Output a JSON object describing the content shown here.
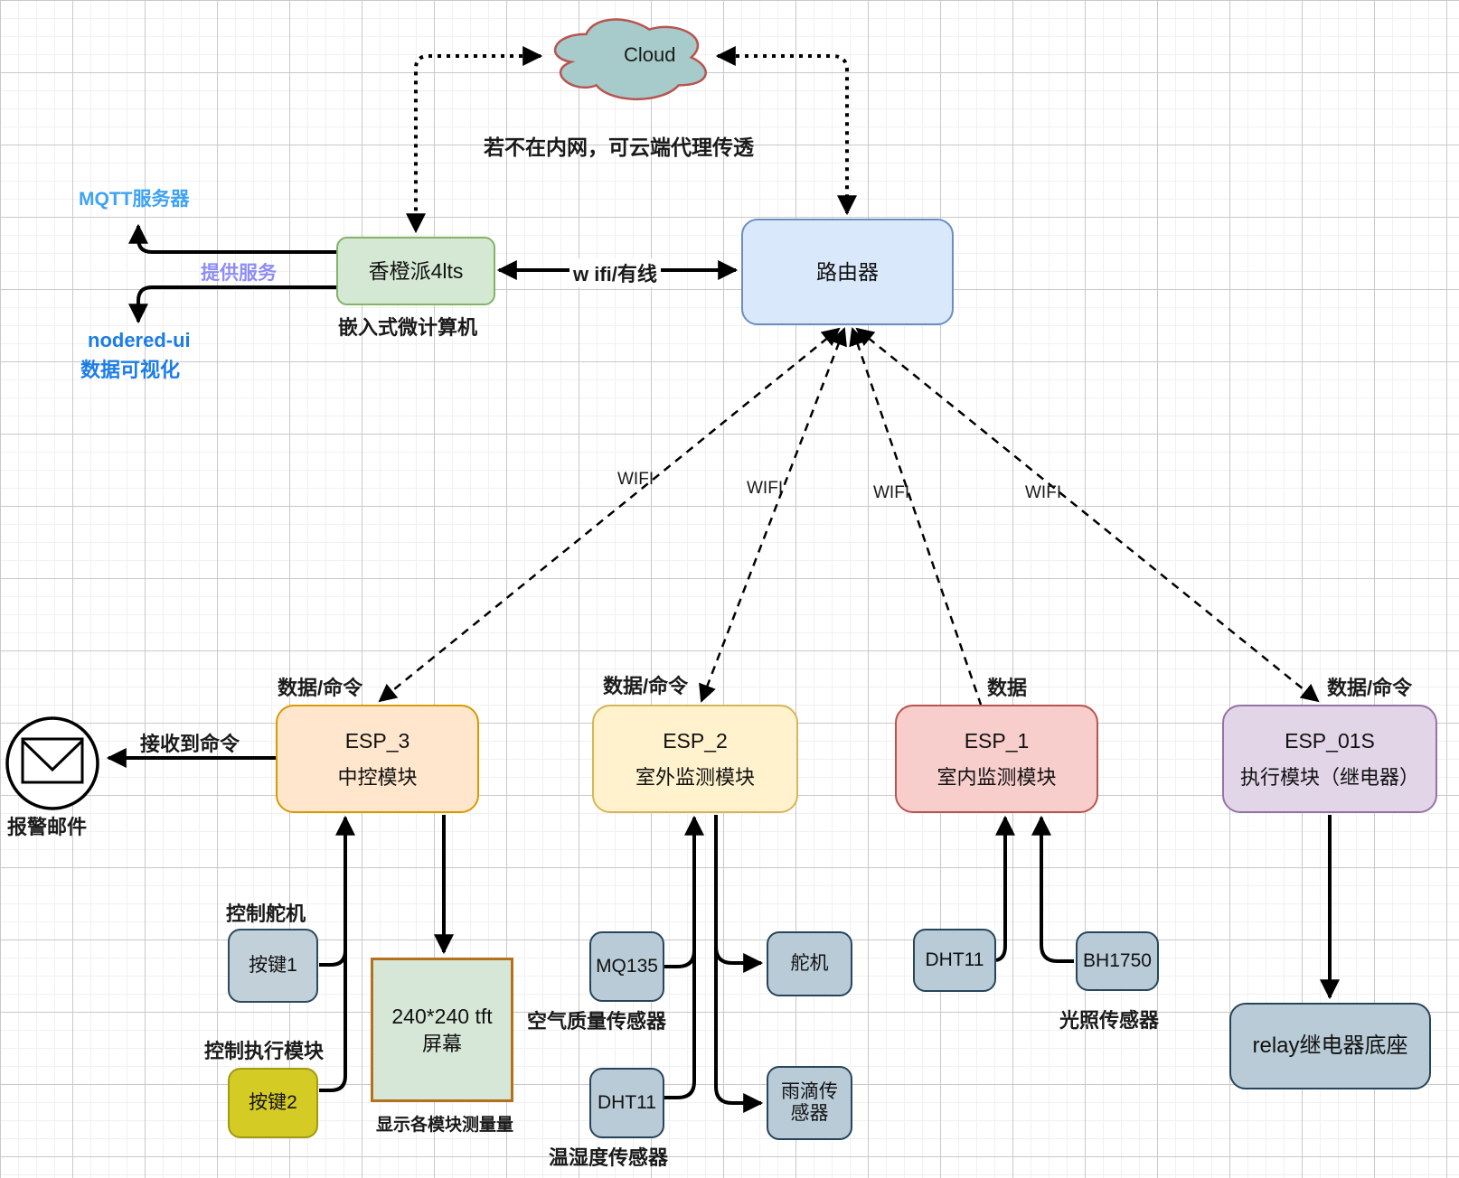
{
  "palette": {
    "cloud_fill": "#a6cbca",
    "cloud_stroke": "#b85450",
    "orangepi_fill": "#d5e8d4",
    "orangepi_stroke": "#82b366",
    "router_fill": "#dae8fc",
    "router_stroke": "#6c8ebf",
    "esp3_fill": "#ffe6cc",
    "esp3_stroke": "#d79b00",
    "esp2_fill": "#fff2cc",
    "esp2_stroke": "#d6b656",
    "esp1_fill": "#f8cecc",
    "esp1_stroke": "#b85450",
    "esp01s_fill": "#e1d5e7",
    "esp01s_stroke": "#9673a6",
    "sensor_fill": "#b9cbd7",
    "sensor_stroke": "#26455c",
    "button1_fill": "#c2d0d9",
    "button2_fill": "#d4cb25",
    "button2_stroke": "#a09a10",
    "screen_fill": "#d7e7d7",
    "screen_stroke": "#b5701d",
    "mqtt_blue": "#3fa2f5",
    "nodered_blue": "#1b7ce8",
    "provide_purple": "#8d8df5"
  },
  "cloud": {
    "label": "Cloud",
    "note": "若不在内网，可云端代理传透"
  },
  "services": {
    "mqtt": "MQTT服务器",
    "provide": "提供服务",
    "nodered": "nodered-ui",
    "dataviz": "数据可视化"
  },
  "orangepi": {
    "title": "香橙派4lts",
    "caption": "嵌入式微计算机"
  },
  "router": {
    "title": "路由器",
    "link_label": "w ifi/有线"
  },
  "wifi_labels": [
    "WIFI",
    "WIFI",
    "WIFI",
    "WIFI"
  ],
  "esp3": {
    "tag": "数据/命令",
    "title": "ESP_3",
    "subtitle": "中控模块",
    "email_link": "接收到命令",
    "email_caption": "报警邮件",
    "servo_note": "控制舵机",
    "button1": "按键1",
    "exec_note": "控制执行模块",
    "button2": "按键2",
    "screen_title": "240*240 tft",
    "screen_subtitle": "屏幕",
    "screen_caption": "显示各模块测量量"
  },
  "esp2": {
    "tag": "数据/命令",
    "title": "ESP_2",
    "subtitle": "室外监测模块",
    "mq135": "MQ135",
    "mq135_caption": "空气质量传感器",
    "dht11": "DHT11",
    "dht11_caption": "温湿度传感器",
    "servo": "舵机",
    "rain_line1": "雨滴传",
    "rain_line2": "感器"
  },
  "esp1": {
    "tag": "数据",
    "title": "ESP_1",
    "subtitle": "室内监测模块",
    "dht11": "DHT11",
    "bh1750": "BH1750",
    "bh1750_caption": "光照传感器"
  },
  "esp01s": {
    "tag": "数据/命令",
    "title": "ESP_01S",
    "subtitle": "执行模块（继电器）",
    "relay": "relay继电器底座"
  }
}
